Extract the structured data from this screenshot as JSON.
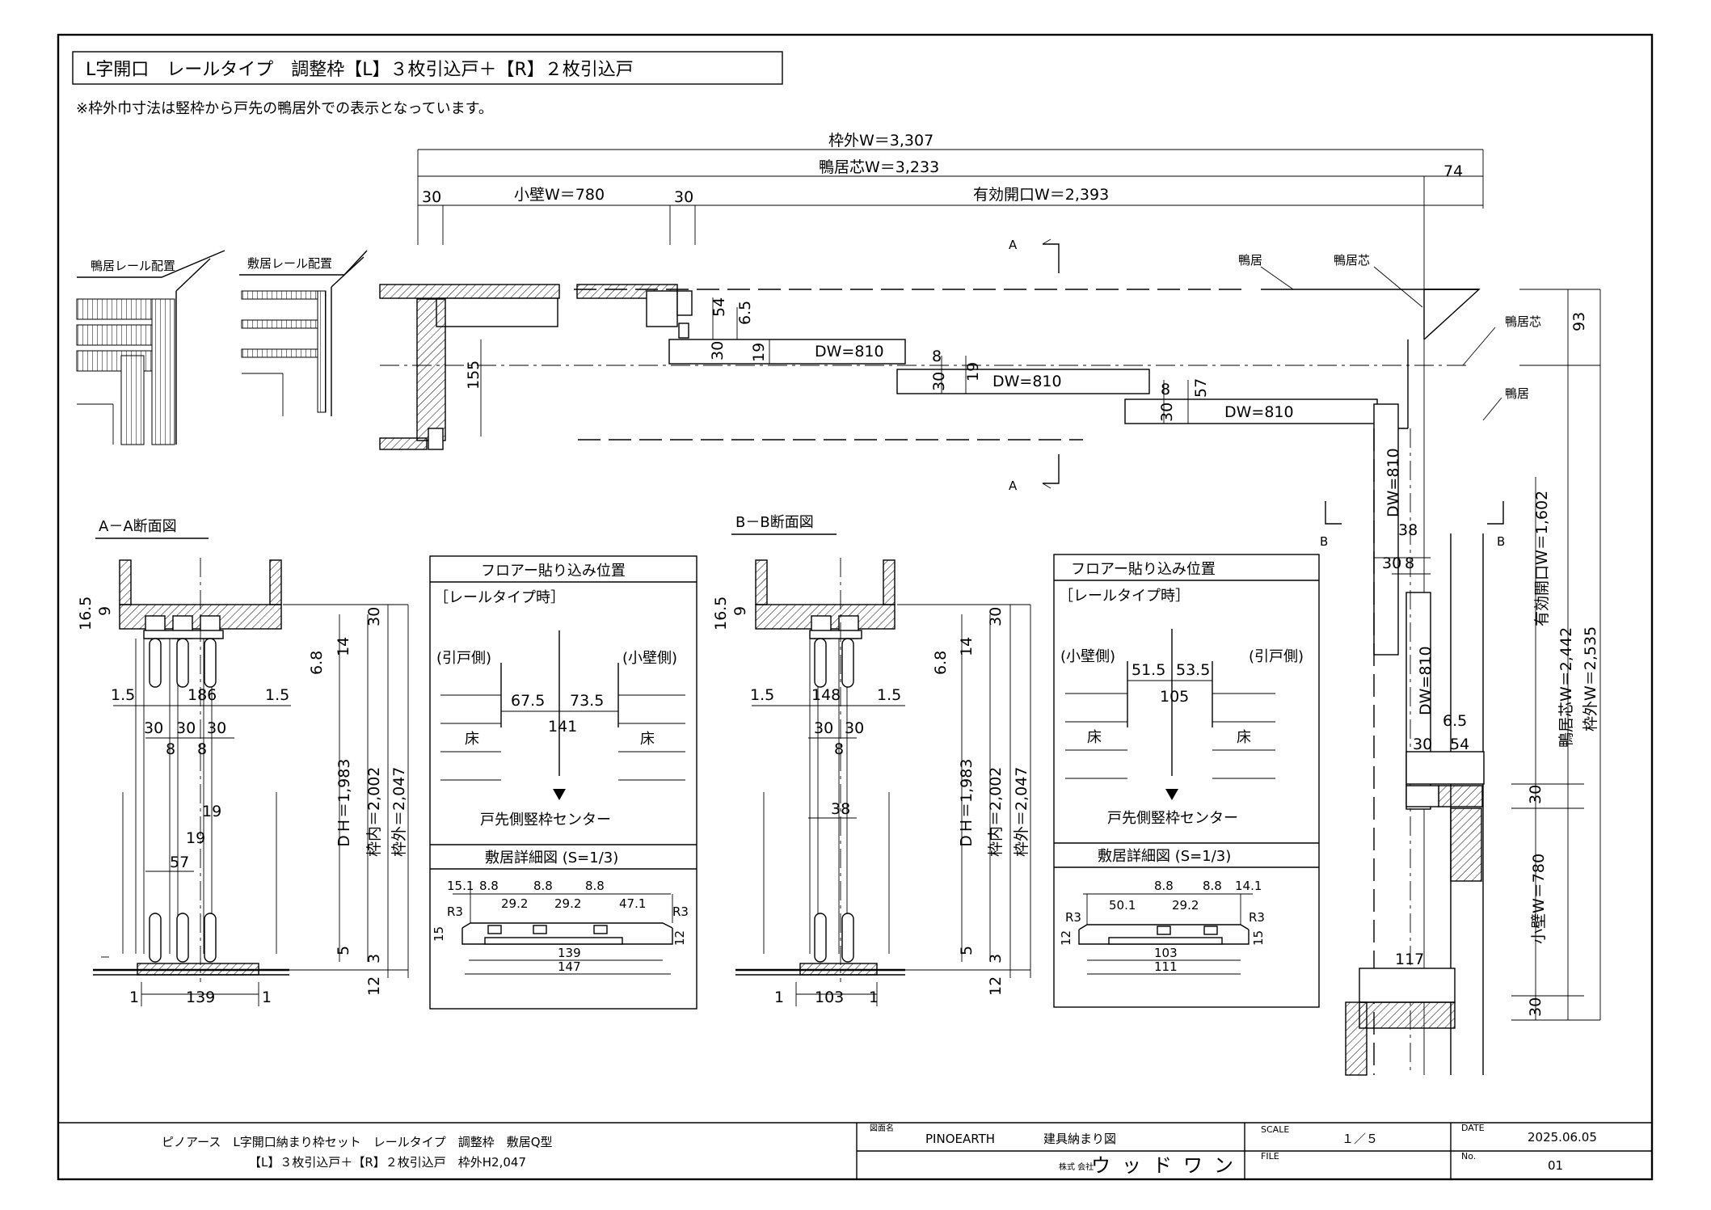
{
  "header": {
    "title": "L字開口　レールタイプ　調整枠【L】３枚引込戸＋【R】２枚引込戸",
    "note": "※枠外巾寸法は竪枠から戸先の鴨居外での表示となっています。"
  },
  "plan": {
    "dims": {
      "outer_w": "枠外W＝3,307",
      "kamoi_center_w": "鴨居芯W＝3,233",
      "right_74": "74",
      "left_30": "30",
      "small_wall_w": "小壁W＝780",
      "mid_30": "30",
      "effective_w": "有効開口W＝2,393",
      "d155": "155",
      "d54": "54",
      "d6_5": "6.5",
      "d30a": "30",
      "d19a": "19",
      "d30b": "30",
      "d8a": "8",
      "d19b": "19",
      "d30c": "30",
      "d8b": "8",
      "d57": "57",
      "dw1": "DW=810",
      "dw2": "DW=810",
      "dw3": "DW=810",
      "dw_v1": "DW=810",
      "dw_v2": "DW=810",
      "d38": "38",
      "d30_8_a": "30",
      "d30_8_b": "8",
      "d6_5_b": "6.5",
      "d30_b": "30",
      "d54_b": "54",
      "d93": "93",
      "d117": "117",
      "v_eff": "有効開口W＝1,602",
      "v_kamoi": "鴨居芯W＝2,442",
      "v_outer": "枠外W＝2,535",
      "v_small_wall": "小壁W＝780",
      "v_30_top": "30",
      "v_30_bot": "30"
    },
    "labels": {
      "kamoi1": "鴨居",
      "kamoi_center1": "鴨居芯",
      "kamoi_center2": "鴨居芯",
      "kamoi2": "鴨居",
      "sectionA_top": "A",
      "sectionA_bot": "A",
      "sectionB_left": "B",
      "sectionB_right": "B"
    }
  },
  "insets": {
    "kamoi_rail": "鴨居レール配置",
    "shikii_rail": "敷居レール配置"
  },
  "section_aa": {
    "title": "A－A断面図",
    "d16_5": "16.5",
    "d9": "9",
    "d6_8": "6.8",
    "d1_5_l": "1.5",
    "d186": "186",
    "d1_5_r": "1.5",
    "d30a": "30",
    "d30b": "30",
    "d30c": "30",
    "d8a": "8",
    "d8b": "8",
    "d19a": "19",
    "d19b": "19",
    "d57": "57",
    "dh": "ＤＨ＝1,983",
    "inner": "枠内＝2,002",
    "outer": "枠外＝2,047",
    "d30_top": "30",
    "d14": "14",
    "d5": "5",
    "d3": "3",
    "d12": "12",
    "d1_l": "1",
    "d139": "139",
    "d1_r": "1"
  },
  "floor_box_a": {
    "title": "フロアー貼り込み位置",
    "subtitle": "［レールタイプ時］",
    "left_label": "(引戸側)",
    "right_label": "(小壁側)",
    "d67_5": "67.5",
    "d73_5": "73.5",
    "d141": "141",
    "floor_l": "床",
    "floor_r": "床",
    "center_label": "戸先側竪枠センター",
    "detail_title": "敷居詳細図 (S=1/3)",
    "det_15_1": "15.1",
    "det_8_8a": "8.8",
    "det_8_8b": "8.8",
    "det_8_8c": "8.8",
    "det_29_2a": "29.2",
    "det_29_2b": "29.2",
    "det_47_1": "47.1",
    "det_r3_l": "R3",
    "det_r3_r": "R3",
    "det_15": "15",
    "det_12": "12",
    "det_139": "139",
    "det_147": "147"
  },
  "section_bb": {
    "title": "B－B断面図",
    "d16_5": "16.5",
    "d9": "9",
    "d6_8": "6.8",
    "d1_5_l": "1.5",
    "d148": "148",
    "d1_5_r": "1.5",
    "d30a": "30",
    "d30b": "30",
    "d8": "8",
    "d38": "38",
    "dh": "ＤＨ＝1,983",
    "inner": "枠内＝2,002",
    "outer": "枠外＝2,047",
    "d30_top": "30",
    "d14": "14",
    "d5": "5",
    "d3": "3",
    "d12": "12",
    "d1_l": "1",
    "d103": "103",
    "d1_r": "1"
  },
  "floor_box_b": {
    "title": "フロアー貼り込み位置",
    "subtitle": "［レールタイプ時］",
    "left_label": "(小壁側)",
    "right_label": "(引戸側)",
    "d51_5": "51.5",
    "d53_5": "53.5",
    "d105": "105",
    "floor_l": "床",
    "floor_r": "床",
    "center_label": "戸先側竪枠センター",
    "detail_title": "敷居詳細図 (S=1/3)",
    "det_8_8a": "8.8",
    "det_8_8b": "8.8",
    "det_14_1": "14.1",
    "det_50_1": "50.1",
    "det_29_2": "29.2",
    "det_r3_l": "R3",
    "det_r3_r": "R3",
    "det_12": "12",
    "det_15": "15",
    "det_103": "103",
    "det_111": "111"
  },
  "title_block": {
    "desc_line1": "ピノアース　L字開口納まり枠セット　レールタイプ　調整枠　敷居Q型",
    "desc_line2": "【L】３枚引込戸＋【R】２枚引込戸　枠外H2,047",
    "drawing_name_label": "図面名",
    "drawing_name": "PINOEARTH　　　　建具納まり図",
    "company_prefix": "株式\n会社",
    "company": "ウッドワン",
    "scale_label": "SCALE",
    "scale": "１／５",
    "file_label": "FILE",
    "date_label": "DATE",
    "date": "2025.06.05",
    "no_label": "No.",
    "no": "01"
  }
}
